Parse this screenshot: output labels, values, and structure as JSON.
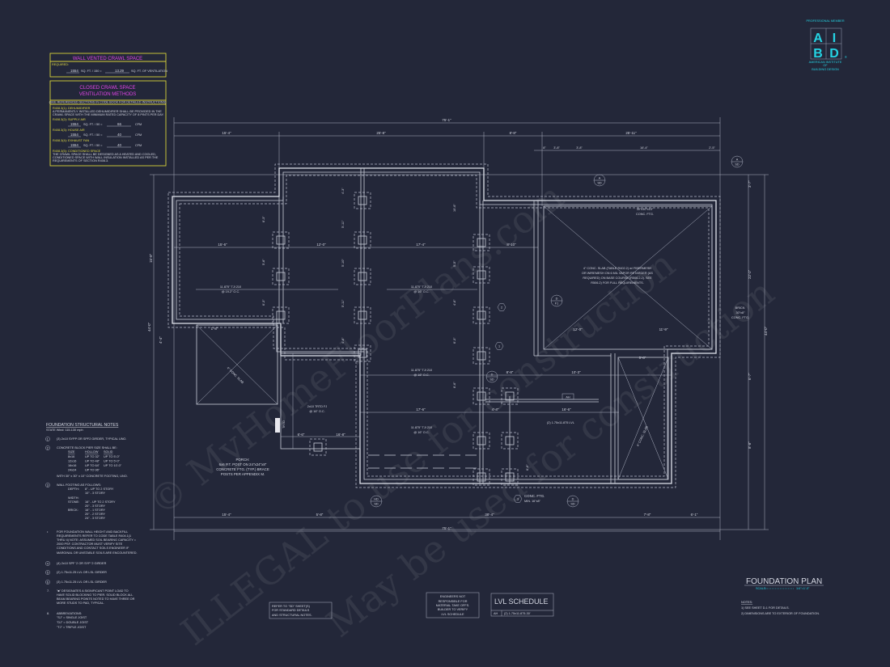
{
  "colors": {
    "background": "#232739",
    "linework": "#c9cdd9",
    "table_border": "#d8d23a",
    "table_title": "#e244e8",
    "logo": "#25d3e3"
  },
  "logo": {
    "top": "PROFESSIONAL MEMBER",
    "letters": [
      "A",
      "I",
      "B",
      "D"
    ],
    "bottom1": "AMERICAN INSTITUTE",
    "bottom2": "OF",
    "bottom3": "BUILDING DESIGN",
    "registered": "®"
  },
  "wall_vented": {
    "title": "WALL VENTED CRAWL SPACE",
    "required": "REQUIRED:",
    "area": "1554",
    "divider": "SQ. FT. / 150 =",
    "result": "13.29",
    "unit": "SQ. FT. OF VENTILATION"
  },
  "closed_crawl": {
    "title1": "CLOSED CRAWL SPACE",
    "title2": "VENTILATION METHODS",
    "subtitle": "(SEE REFERENCED SECTIONS IN CODE BOOK FOR DETAILED INSTRUCTIONS)",
    "dehumidifier": {
      "label": "R408.3(1): DEHUMIDIFIER",
      "text1": "A PERMANENTLY INSTALLED DEHUMIDIFIER SHALL BE PROVIDED IN THE",
      "text2": "CRAWL SPACE WITH THE MINIMUM RATED CAPACITY OF 8 PINTS PER DAY."
    },
    "methods": [
      {
        "label": "R408.3(2): SUPPLY AIR",
        "area": "1554",
        "divider": "SQ. FT. / 50 =",
        "result": "66",
        "unit": "CFM"
      },
      {
        "label": "R408.3(3): HOUSE AIR",
        "area": "1554",
        "divider": "SQ. FT. / 50 =",
        "result": "40",
        "unit": "CFM"
      },
      {
        "label": "R408.3(4): EXHAUST FAN",
        "area": "1554",
        "divider": "SQ. FT. / 50 =",
        "result": "40",
        "unit": "CFM"
      }
    ],
    "conditioned": {
      "label": "R408.3(5): CONDITIONED SPACE",
      "text1": "THE CRAWL SPACE SHALL BE DESIGNED AS A HEATED AND COOLED,",
      "text2": "CONDITIONED SPACE WITH WALL INSULATION INSTALLED AS PER THE",
      "text3": "REQUIREMENTS OF SECTION R408.3."
    }
  },
  "structural_notes": {
    "title": "FOUNDATION STRUCTURAL NOTES",
    "subtitle": "STATE Wind: 115-130 mph",
    "n1": "(3) 2x10 SYPP OR SPF2 GIRDER, TYPICAL UNO.",
    "n2": "CONCRETE BLOCK PIER SIZE SHALL BE:",
    "pier_header": [
      "SIZE",
      "HOLLOW",
      "SOLID"
    ],
    "pier_rows": [
      [
        "8x16",
        "UP TO 32\"",
        "UP TO 5'-0\""
      ],
      [
        "12x16",
        "UP TO 48\"",
        "UP TO 5'-0\""
      ],
      [
        "16x16",
        "UP TO 64\"",
        "UP TO 10'-0\""
      ],
      [
        "24x24",
        "UP TO 96\"",
        ""
      ]
    ],
    "pier_footing": "WITH 30\" x 30\" x 10\" CONCRETE FOOTING, UNO.",
    "n3": "WALL FOOTING AS FOLLOWS:",
    "depth_label": "DEPTH:",
    "depth": [
      "8\" - UP TO 2 STORY",
      "10\" - 3 STORY"
    ],
    "width_label": "WIDTH:",
    "stone_label": "STONE:",
    "stone": [
      "16\" - UP TO 2 STORY",
      "20\" - 3 STORY"
    ],
    "brick_label": "BRICK:",
    "brick": [
      "16\" - 1 STORY",
      "20\" - 2 STORY",
      "24\" - 3 STORY"
    ],
    "backfill": [
      "FOR FOUNDATION WALL HEIGHT AND BACKFILL",
      "REQUIREMENTS REFER TO CODE TABLE R404.1(1",
      "THRU 4) NOTE: ASSUMED SOIL BEARING CAPACITY =",
      "2000 PSF. CONTRACTOR MUST VERIFY SITE",
      "CONDITIONS AND CONTACT SOILS ENGINEER IF",
      "MARGINAL OR UNSTABLE SOILS ARE ENCOUNTERED."
    ],
    "n4": "(4) 2x10 SPF '2 OR SYP '2 GIRDER",
    "n5": "(2) 1.75x11.25 LVL OR LSL GIRDER",
    "n6": "(3) 1.75x11.25 LVL OR LSL GIRDER",
    "n7": [
      "\"■\" DESIGNATES A SIGNIFICANT POINT LOAD TO",
      "HAVE SOLID BLOCKING TO PIER. SOLID BLOCK ALL",
      "BEAM BEARING POINTS NOTED TO HAVE THREE OR",
      "MORE STUDS TO PAD, TYPICAL."
    ],
    "n8": "ABBREVIATIONS:",
    "abbr": [
      "\"SJ\" = SINGLE JOIST",
      "\"DJ\" = DOUBLE JOIST",
      "\"TJ\" = TRIPLE JOIST"
    ]
  },
  "plan": {
    "overall_width": "75'-1\"",
    "top_dims": [
      "15'-4\"",
      "25'-8\"",
      "8'-8\"",
      "25'-11\""
    ],
    "top_subdims": [
      "8\"",
      "3'-8\"",
      "3'-8\"",
      "16'-4\"",
      "2'-5\""
    ],
    "bottom_dims": [
      "15'-4\"",
      "5'-8\"",
      "38'-4\"",
      "7'-8\"",
      "6'-1\""
    ],
    "left_dims": [
      "15'-8\"",
      "44'-0\"",
      "4'-4\""
    ],
    "right_dims": [
      "3'-7\"",
      "22'-2\"",
      "6'-7\"",
      "44'-0\"",
      "8'-8\""
    ],
    "bay_dims": [
      "15'-6\"",
      "12'-0\"",
      "17'-4\"",
      "8'-10\"",
      "8'-8\"",
      "10'-3\"",
      "17'-6\"",
      "16'-6\"",
      "4'-4\"",
      "1'-8\"",
      "12'-0\"",
      "11'-9\"",
      "6'-6\"",
      "16'-8\"",
      "5'-8\""
    ],
    "pier_dims": [
      "6'-3\"",
      "5'-8\"",
      "6'-3\"",
      "4'-3\"",
      "5'-11\"",
      "5'-10\"",
      "5'-11\"",
      "4'-8\"",
      "10'-6\"",
      "5'-5\"",
      "4'-6\"",
      "6'-3\"",
      "6'-6\"",
      "6'-6\""
    ],
    "joist1": [
      "11.875\" TJI 210",
      "@ 19.2\" O.C."
    ],
    "joist2": [
      "11.875\" TJI 210",
      "@ 16\" O.C."
    ],
    "joist3": [
      "11.875\" TJI 210",
      "@ 16\" O.C."
    ],
    "joist4": [
      "11.875\" TJI 210",
      "@ 16\" O.C."
    ],
    "deck_joist": [
      "2x10 TRTD FJ",
      "@ 16\" O.C."
    ],
    "trtd": "TRTD",
    "slab_note": [
      "4\" CONC. SLAB (TABLE R402.2) w/ FIBERMESH",
      "OR WIREMESH ON 6 MIL VAPOR RETARDER (AS",
      "REQUIRED) ON BASE COURSE (R506.2.2). SEE",
      "R506.2) FOR FULL REQUIREMENTS."
    ],
    "footing_note": [
      "30\"x30\"x10\"",
      "CONC. FTG."
    ],
    "brick_note": [
      "BRICK:",
      "30\"x8\"",
      "CONC. FTG."
    ],
    "porch_note": [
      "PORCH:",
      "6x6 P.T. POST ON 24\"x24\"x8\"",
      "CONCRETE FTG. (TYP.) BRACE",
      "POSTS PER APPENDIX M."
    ],
    "conc_ftg": [
      "CONC. FTG.",
      "MIN. 16\"x8\""
    ],
    "lvl_callout": "(2) 1.75x11.875 LVL",
    "lvl_tag": "AH",
    "slope_note1": "4\" CONC. SLAB",
    "slope_note2": "4\" CONC. SLAB",
    "section_tags": [
      [
        "A",
        "SD"
      ],
      [
        "A",
        "SD"
      ],
      [
        "D",
        "F1"
      ],
      [
        "D",
        "SD"
      ],
      [
        "HD",
        "SD"
      ],
      [
        "D",
        "SD"
      ]
    ],
    "callouts": [
      "1",
      "2",
      "3"
    ]
  },
  "refer_box": [
    "REFER TO \"SD\" SHEET(S)",
    "FOR STANDARD DETAILS",
    "AND STRUCTURAL NOTES."
  ],
  "engineer_box": [
    "ENGINEERS NOT",
    "RESPONSIBLE FOR",
    "MATERIAL TAKE OFFS.",
    "BUILDER TO VERIFY",
    "LVL SCHEDULE"
  ],
  "lvl_schedule": {
    "title": "LVL SCHEDULE",
    "tag": "AH",
    "value": "(2) 1.75x11.875-30'"
  },
  "title_block": {
    "title": "FOUNDATION PLAN",
    "scale_label": "SCALE:",
    "scale": "1/4\"=1'-0\"",
    "notes_label": "NOTES:",
    "notes": [
      "1) SEE SHEET D-1 FOR DETAILS.",
      "2) DIMENSIONS ARE TO EXTERIOR OF FOUNDATION."
    ]
  },
  "watermarks": [
    "© MyHomeFloorPlans.com",
    "ILLEGAL to use for construction",
    "May be used for construction"
  ]
}
